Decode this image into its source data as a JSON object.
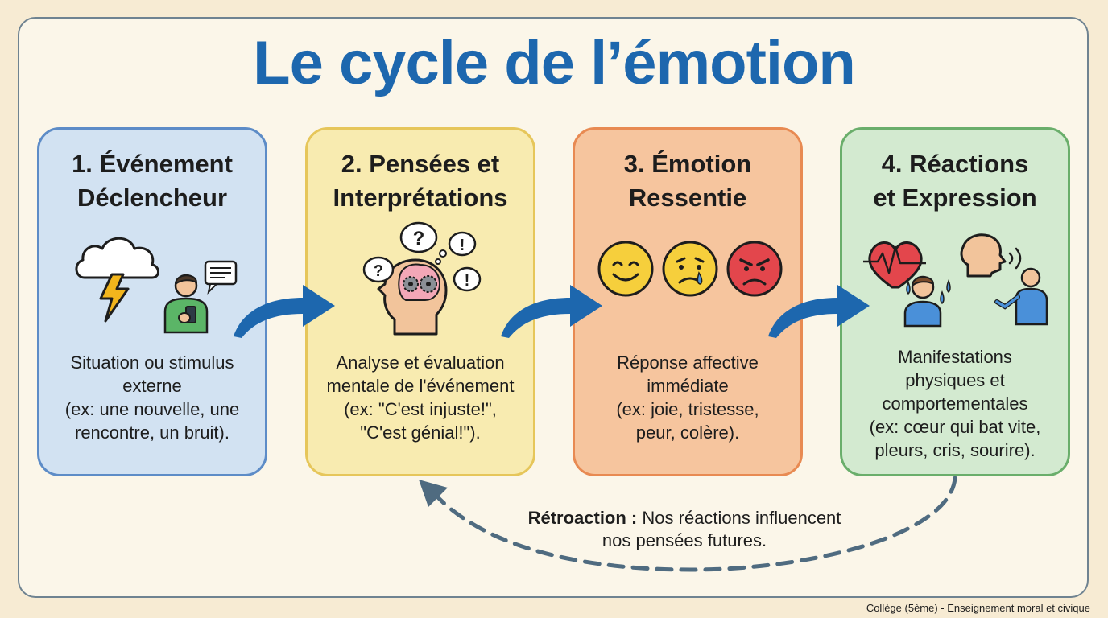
{
  "title": "Le cycle de l’émotion",
  "cards": [
    {
      "title_lines": [
        "1. Événement",
        "Déclencheur"
      ],
      "text_lines": [
        "Situation ou stimulus",
        "externe",
        "(ex: une nouvelle, une",
        "rencontre, un bruit)."
      ],
      "icons": [
        "storm-cloud-icon",
        "lightning-icon",
        "person-phone-icon",
        "message-bubble-icon"
      ]
    },
    {
      "title_lines": [
        "2. Pensées et",
        "Interprétations"
      ],
      "text_lines": [
        "Analyse et évaluation",
        "mentale de l'événement",
        "(ex: \"C'est injuste!\",",
        "\"C'est génial!\")."
      ],
      "icons": [
        "head-gears-icon",
        "thought-bubble-question-icon",
        "thought-bubble-exclamation-icon"
      ]
    },
    {
      "title_lines": [
        "3. Émotion",
        "Ressentie"
      ],
      "text_lines": [
        "Réponse affective",
        "immédiate",
        "(ex: joie, tristesse,",
        "peur, colère)."
      ],
      "icons": [
        "happy-face-icon",
        "sad-face-icon",
        "angry-face-icon"
      ]
    },
    {
      "title_lines": [
        "4. Réactions",
        "et Expression"
      ],
      "text_lines": [
        "Manifestations",
        "physiques et",
        "comportementales",
        "(ex: cœur qui bat vite,",
        "pleurs, cris, sourire)."
      ],
      "icons": [
        "heartbeat-icon",
        "crying-person-icon",
        "speaking-head-icon",
        "gesturing-person-icon"
      ]
    }
  ],
  "feedback": {
    "label": "Rétroaction :",
    "text_line1": " Nos réactions influencent",
    "text_line2": "nos pensées futures."
  },
  "footer": "Collège (5ème) - Enseignement moral et civique",
  "colors": {
    "title": "#1d67ae",
    "arrow": "#1d67ae",
    "card1": "#d2e2f2",
    "card2": "#f8ebb0",
    "card3": "#f6c59e",
    "card4": "#d3ead0",
    "feedback_arrow": "#4f6b80"
  }
}
